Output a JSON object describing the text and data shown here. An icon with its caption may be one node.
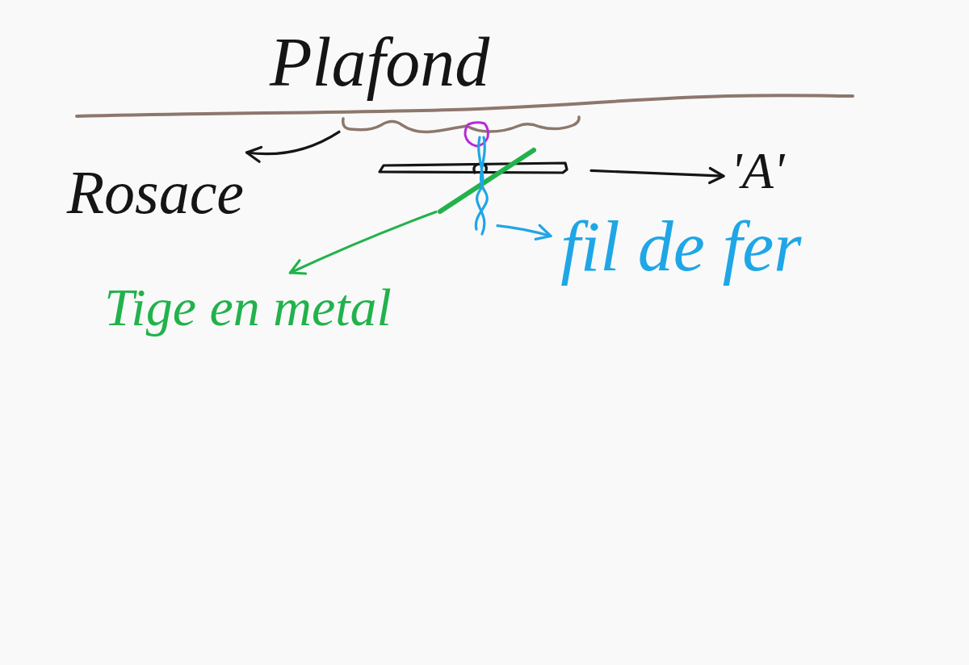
{
  "diagram": {
    "nodes": [
      {
        "text": [],
        "shape": "picture"
      },
      {
        "text": [
          "Rosace"
        ]
      },
      {
        "text": [],
        "shape": "bar"
      },
      {
        "text": [
          "'A'"
        ]
      },
      {
        "text": [],
        "shape": "line"
      },
      {
        "text": [
          "Tige en metal"
        ]
      },
      {
        "text": [],
        "shape": "picture"
      },
      {
        "text": [
          "fil de fer"
        ]
      }
    ],
    "edges": [
      {
        "from": 0,
        "to": 1,
        "arrow": "to"
      },
      {
        "from": 2,
        "to": 3,
        "arrow": "to"
      },
      {
        "from": 4,
        "to": 5,
        "arrow": "to",
        "color": "#22b24c"
      },
      {
        "from": 6,
        "to": 7,
        "arrow": "to",
        "color": "#1fa6e6"
      }
    ],
    "labels": [
      "Plafond"
    ]
  }
}
